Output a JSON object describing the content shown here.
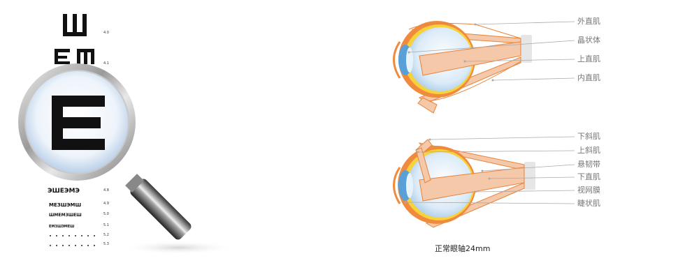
{
  "chart": {
    "acuity_values": [
      "4.0",
      "4.1",
      "4.8",
      "4.9",
      "5.0",
      "5.1",
      "5.2",
      "5.3"
    ]
  },
  "eye_top": {
    "labels": [
      "外直肌",
      "晶状体",
      "上直肌",
      "内直肌"
    ]
  },
  "eye_bottom": {
    "labels": [
      "下斜肌",
      "上斜肌",
      "悬韧带",
      "下直肌",
      "视网膜",
      "睫状肌"
    ]
  },
  "caption": "正常眼轴24mm",
  "colors": {
    "muscle": "#f4c8a8",
    "muscle_outline": "#e8833a",
    "sclera": "#f08a3c",
    "retina": "#f7d23a",
    "eyeball": "#d8eaf7",
    "lens": "#5aa0d8",
    "leader_line": "#aaaaaa"
  }
}
